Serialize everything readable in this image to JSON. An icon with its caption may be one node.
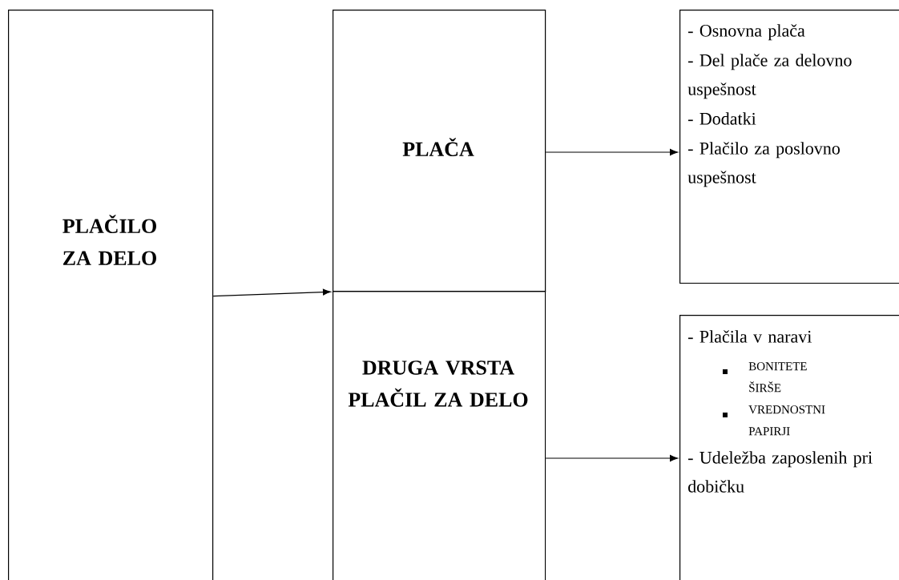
{
  "diagram": {
    "nodes": [
      {
        "text": [
          "PLAČILO ZA DELO"
        ]
      },
      {
        "text": [
          "PLAČA"
        ]
      },
      {
        "text": [
          "DRUGA VRSTA PLAČIL ZA DELO"
        ]
      },
      {
        "text": [
          "- Osnovna plača",
          "- Del plače za delovno uspešnost",
          "- Dodatki",
          "- Plačilo za poslovno uspešnost"
        ]
      },
      {
        "text": [
          "- Plačila v naravi",
          "BONITETE ŠIRŠE",
          "VREDNOSTNI PAPIRJI",
          "- Udeležba zaposlenih pri dobičku"
        ]
      }
    ],
    "edges": [
      {
        "from": 0,
        "to": 1,
        "arrow": "to"
      },
      {
        "from": 1,
        "to": 3,
        "arrow": "to"
      },
      {
        "from": 2,
        "to": 4,
        "arrow": "to"
      }
    ]
  }
}
